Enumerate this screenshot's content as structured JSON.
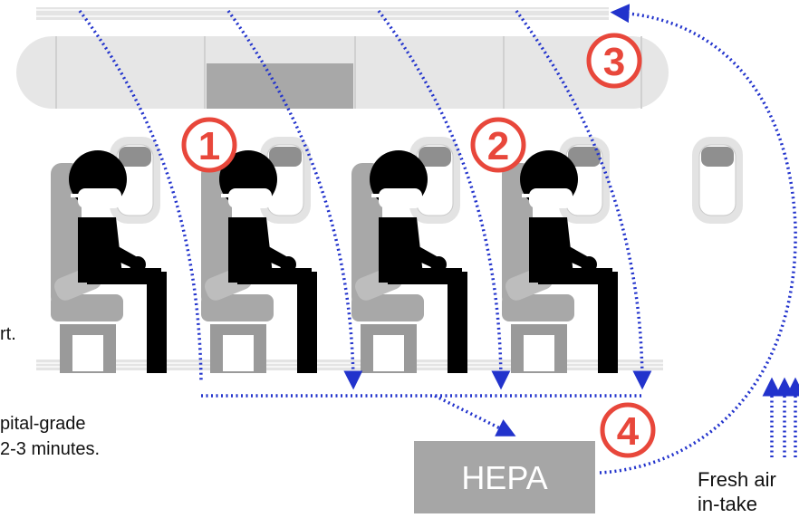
{
  "markers": [
    {
      "label": "1",
      "color": "#e8473b"
    },
    {
      "label": "2",
      "color": "#e8473b"
    },
    {
      "label": "3",
      "color": "#e8473b"
    },
    {
      "label": "4",
      "color": "#e8473b"
    }
  ],
  "filter": {
    "label": "HEPA",
    "color": "#a6a6a6"
  },
  "intake": {
    "line1": "Fresh air",
    "line2": "in-take"
  },
  "side_text": {
    "line_a": "rt.",
    "line_b": "pital-grade",
    "line_c": "2-3 minutes."
  },
  "colors": {
    "airflow": "#2233cc",
    "cabin": "#e6e6e6",
    "seat": "#a8a8a8",
    "passenger": "#000000",
    "window_frame": "#e3e3e3"
  },
  "icons": [
    "passenger-icon",
    "seat-icon",
    "window-icon",
    "airflow-arrow-icon"
  ]
}
